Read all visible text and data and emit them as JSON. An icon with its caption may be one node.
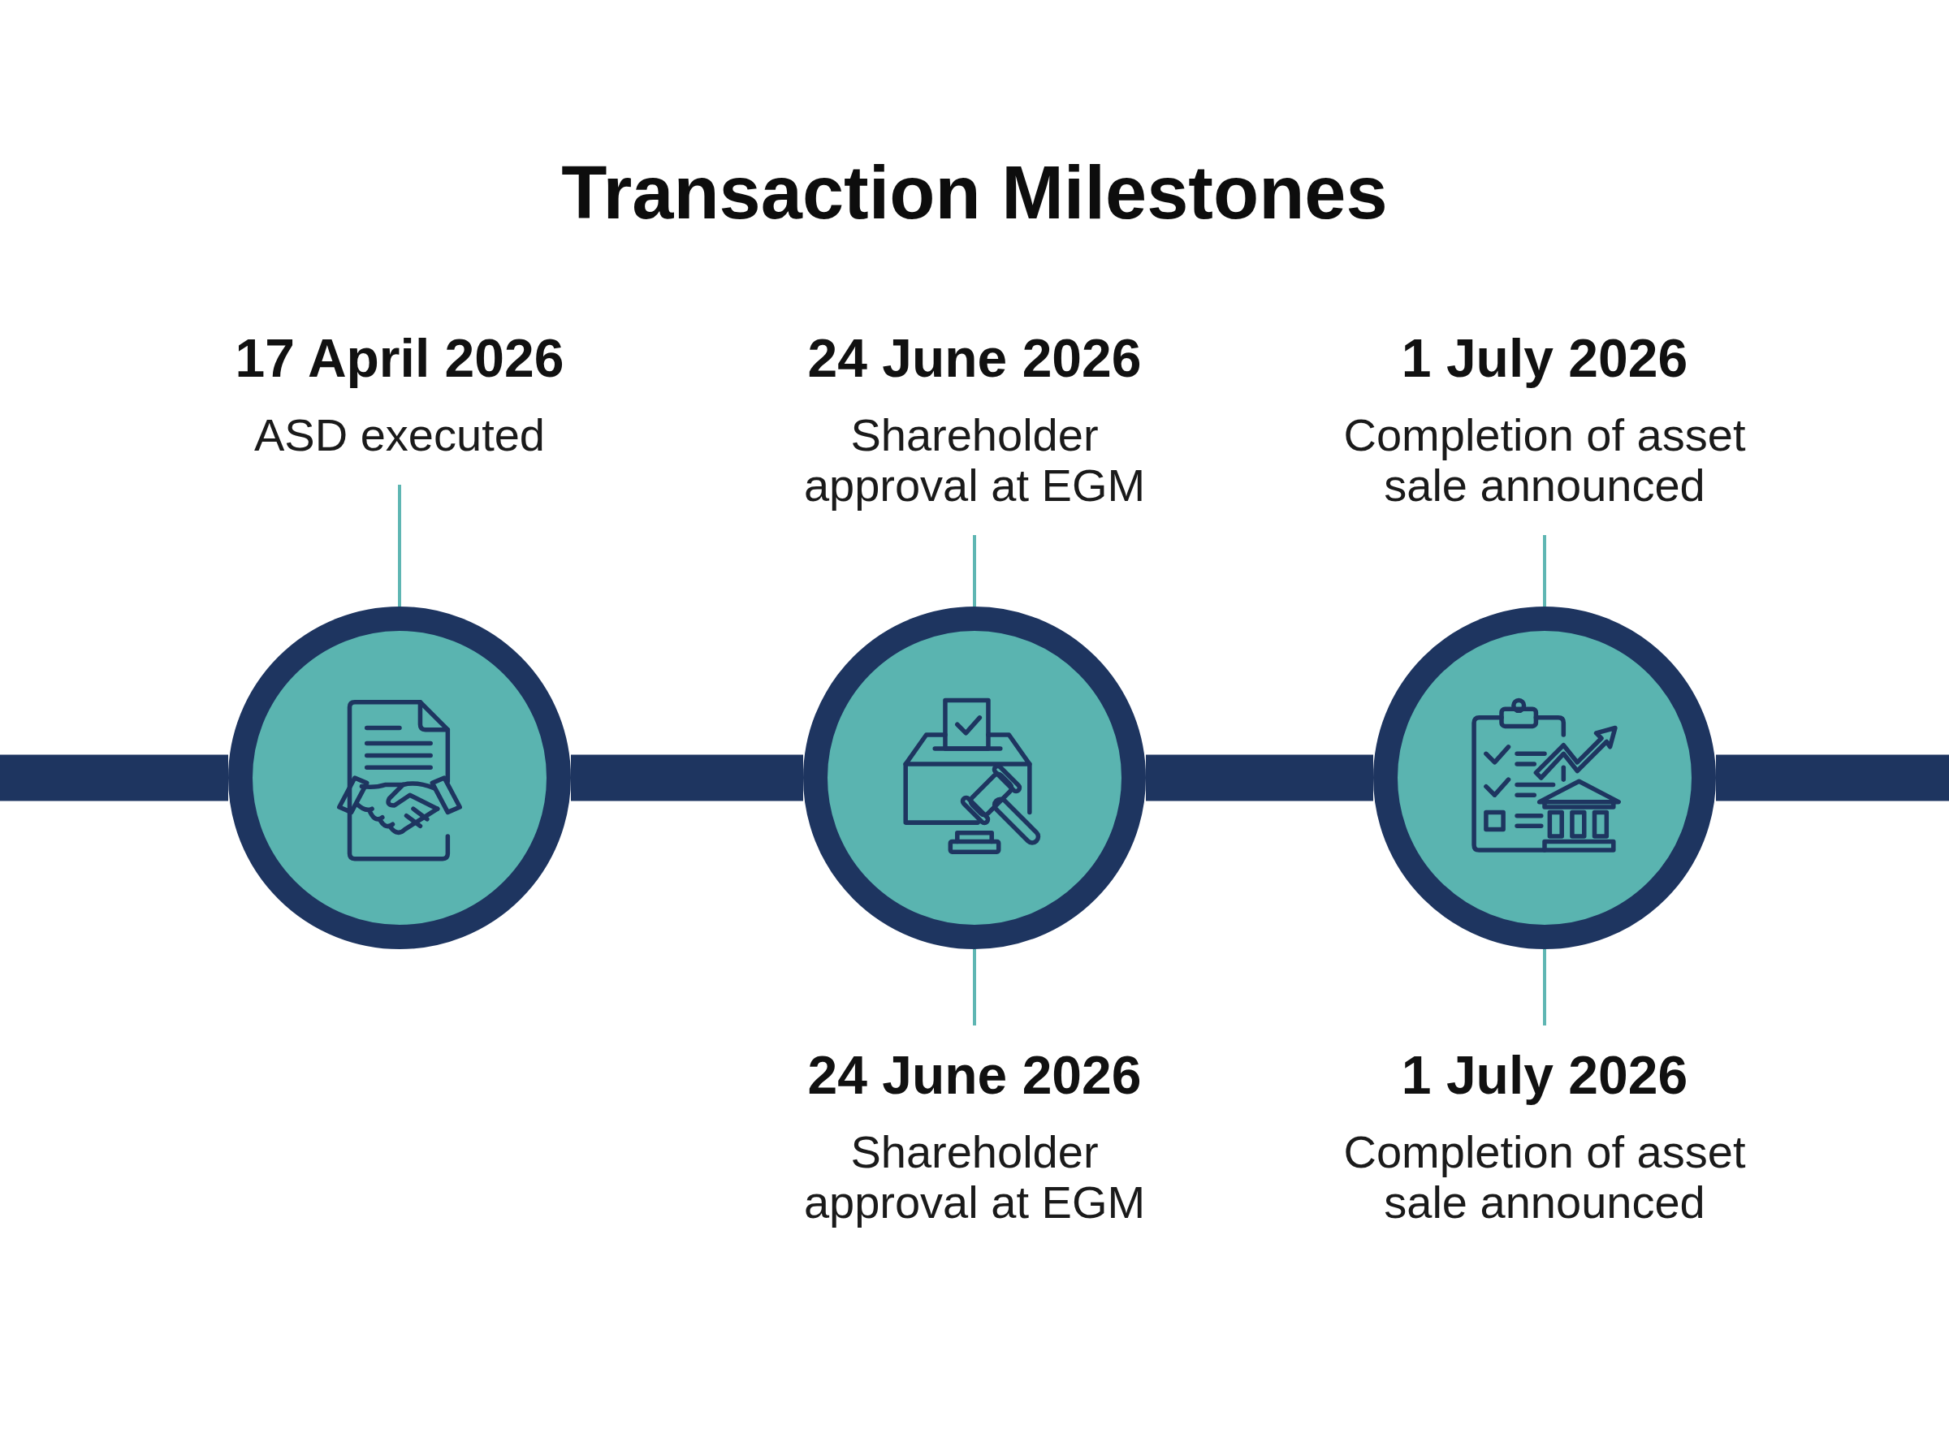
{
  "diagram": {
    "title": "Transaction Milestones",
    "nodes": [
      {
        "text": [
          "17 April 2026",
          "ASD executed"
        ]
      },
      {
        "text": [
          "24 June 2026",
          "Shareholder approval at EGM"
        ]
      },
      {
        "text": [
          "1 July 2026",
          "Completion of asset sale announced"
        ]
      },
      {
        "text": [],
        "shape": "circle"
      },
      {
        "text": [],
        "shape": "circle"
      },
      {
        "text": [],
        "shape": "circle"
      },
      {
        "text": [
          "24 June 2026",
          "Shareholder approval at EGM"
        ]
      },
      {
        "text": [
          "1 July 2026",
          "Completion of asset sale announced"
        ]
      }
    ],
    "edges": [
      {
        "from": null,
        "to": 3,
        "arrow": "none",
        "style": "thick",
        "color": "#1e3560"
      },
      {
        "from": 3,
        "to": 4,
        "arrow": "none",
        "style": "thick",
        "color": "#1e3560"
      },
      {
        "from": 4,
        "to": 5,
        "arrow": "none",
        "style": "thick",
        "color": "#1e3560"
      },
      {
        "from": 5,
        "to": null,
        "arrow": "none",
        "style": "thick",
        "color": "#1e3560"
      },
      {
        "from": 0,
        "to": 3,
        "arrow": "none"
      },
      {
        "from": 1,
        "to": 4,
        "arrow": "none"
      },
      {
        "from": 2,
        "to": 5,
        "arrow": "none"
      },
      {
        "from": 6,
        "to": 4,
        "arrow": "none"
      },
      {
        "from": 7,
        "to": 5,
        "arrow": "none"
      }
    ]
  }
}
